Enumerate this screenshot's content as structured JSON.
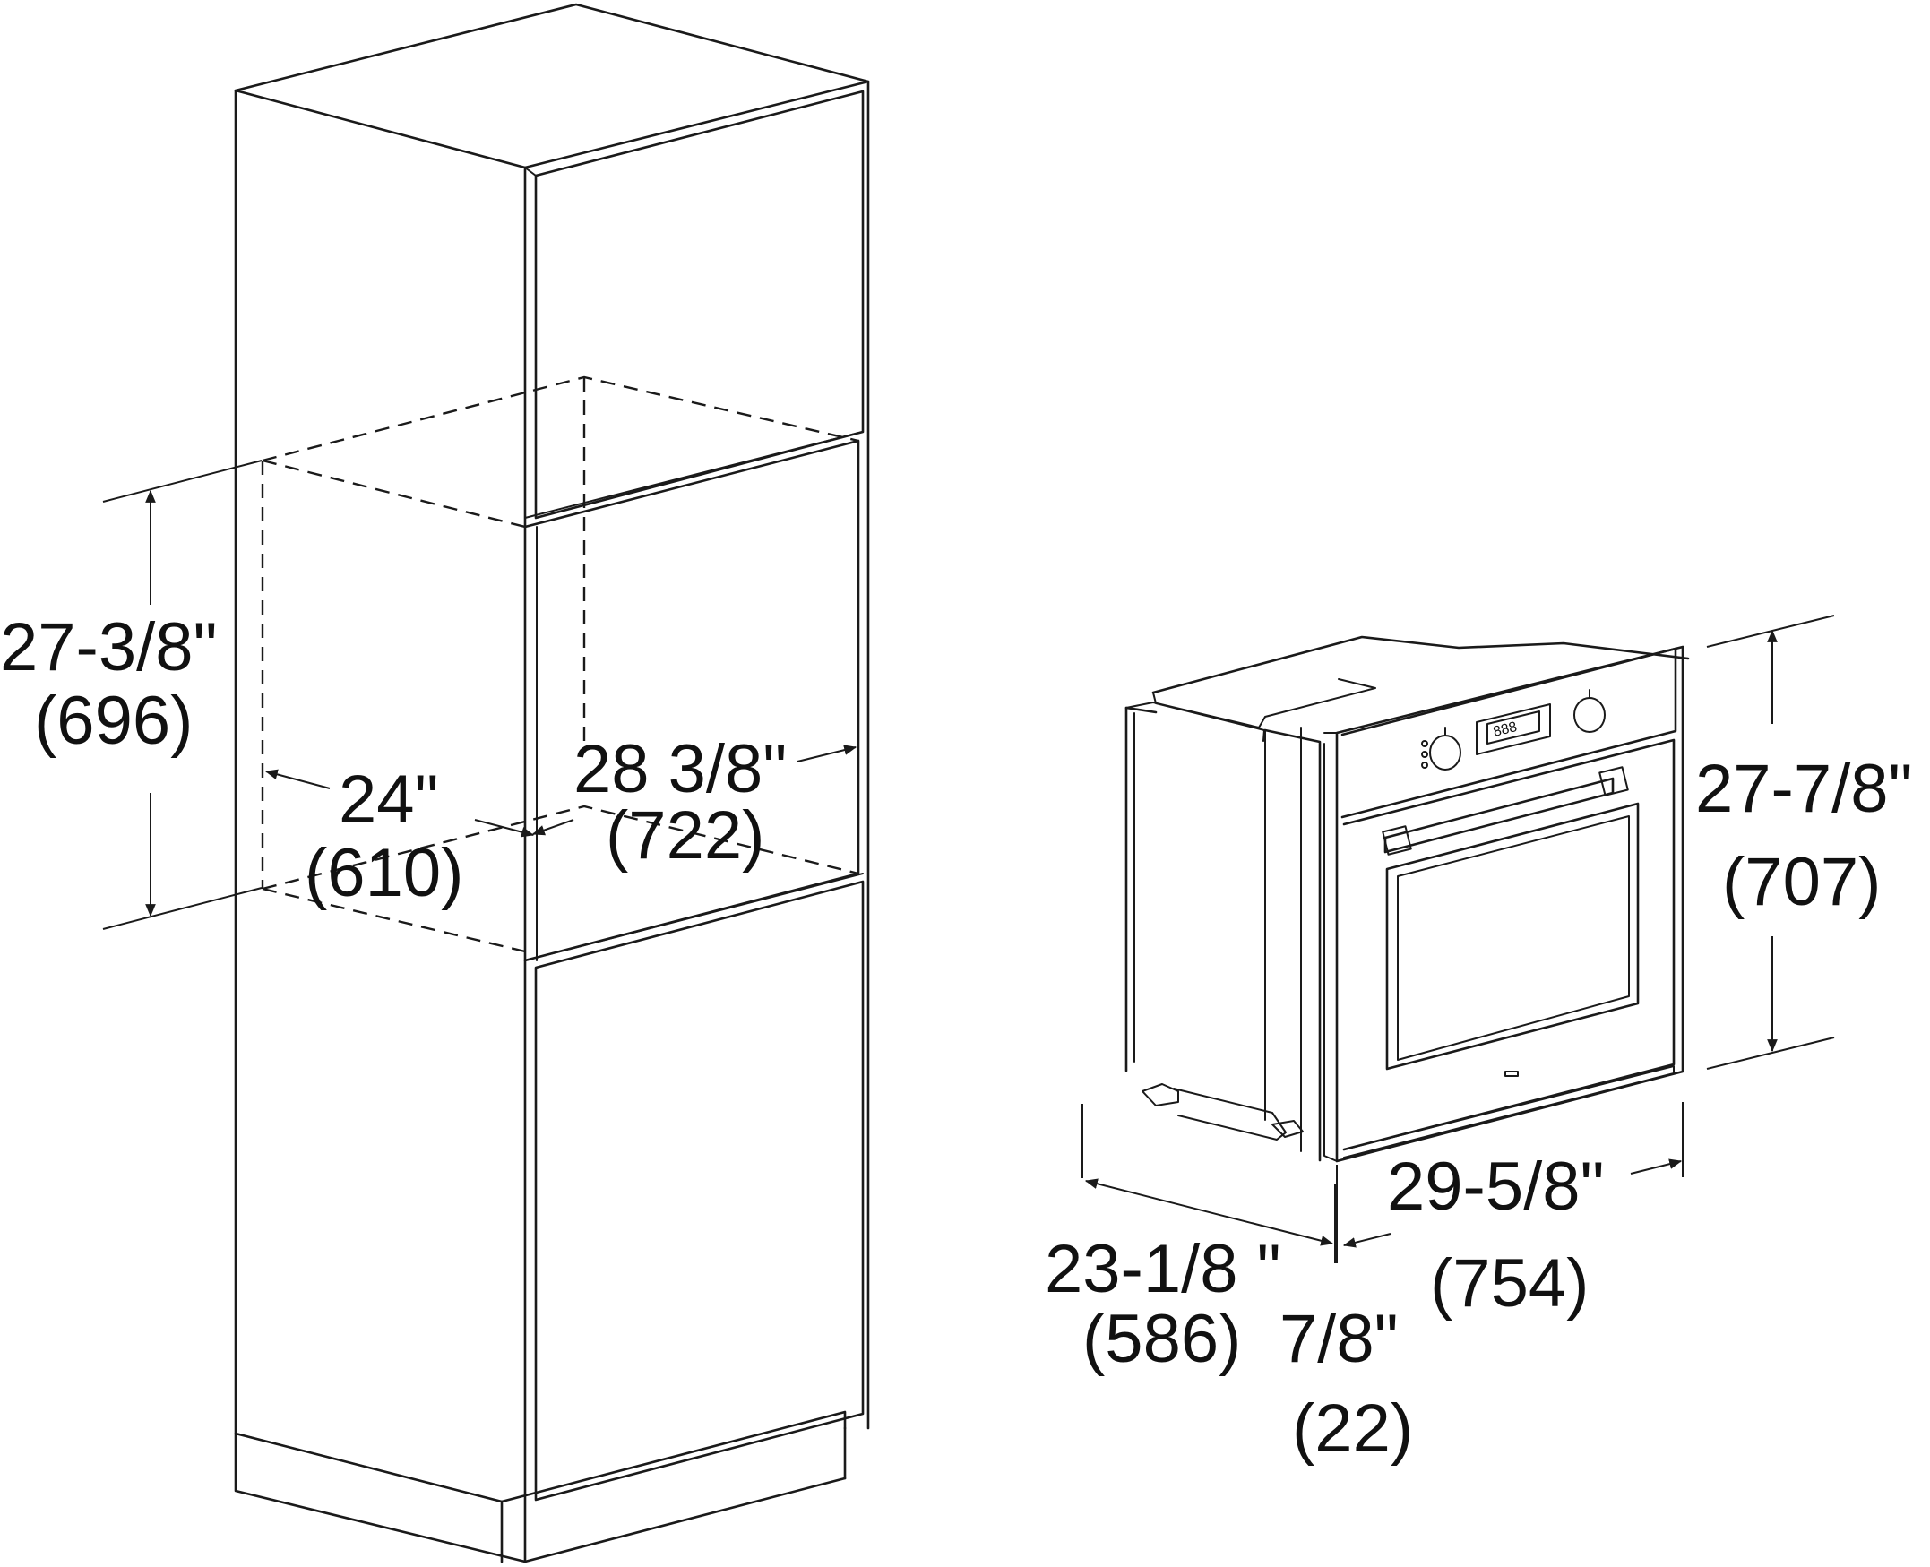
{
  "diagram": {
    "cabinet_dimensions": {
      "cutout_height": {
        "imperial": "27-3/8\"",
        "metric": "(696)"
      },
      "cutout_width": {
        "imperial": "24\"",
        "metric": "(610)"
      },
      "cutout_depth": {
        "imperial": "28 3/8\"",
        "metric": "(722)"
      }
    },
    "oven_dimensions": {
      "height": {
        "imperial": "27-7/8\"",
        "metric": "(707)"
      },
      "width": {
        "imperial": "29-5/8\"",
        "metric": "(754)"
      },
      "depth": {
        "imperial": "23-1/8 \"",
        "metric": "(586)"
      },
      "front_offset": {
        "imperial": "7/8\"",
        "metric": "(22)"
      }
    }
  }
}
